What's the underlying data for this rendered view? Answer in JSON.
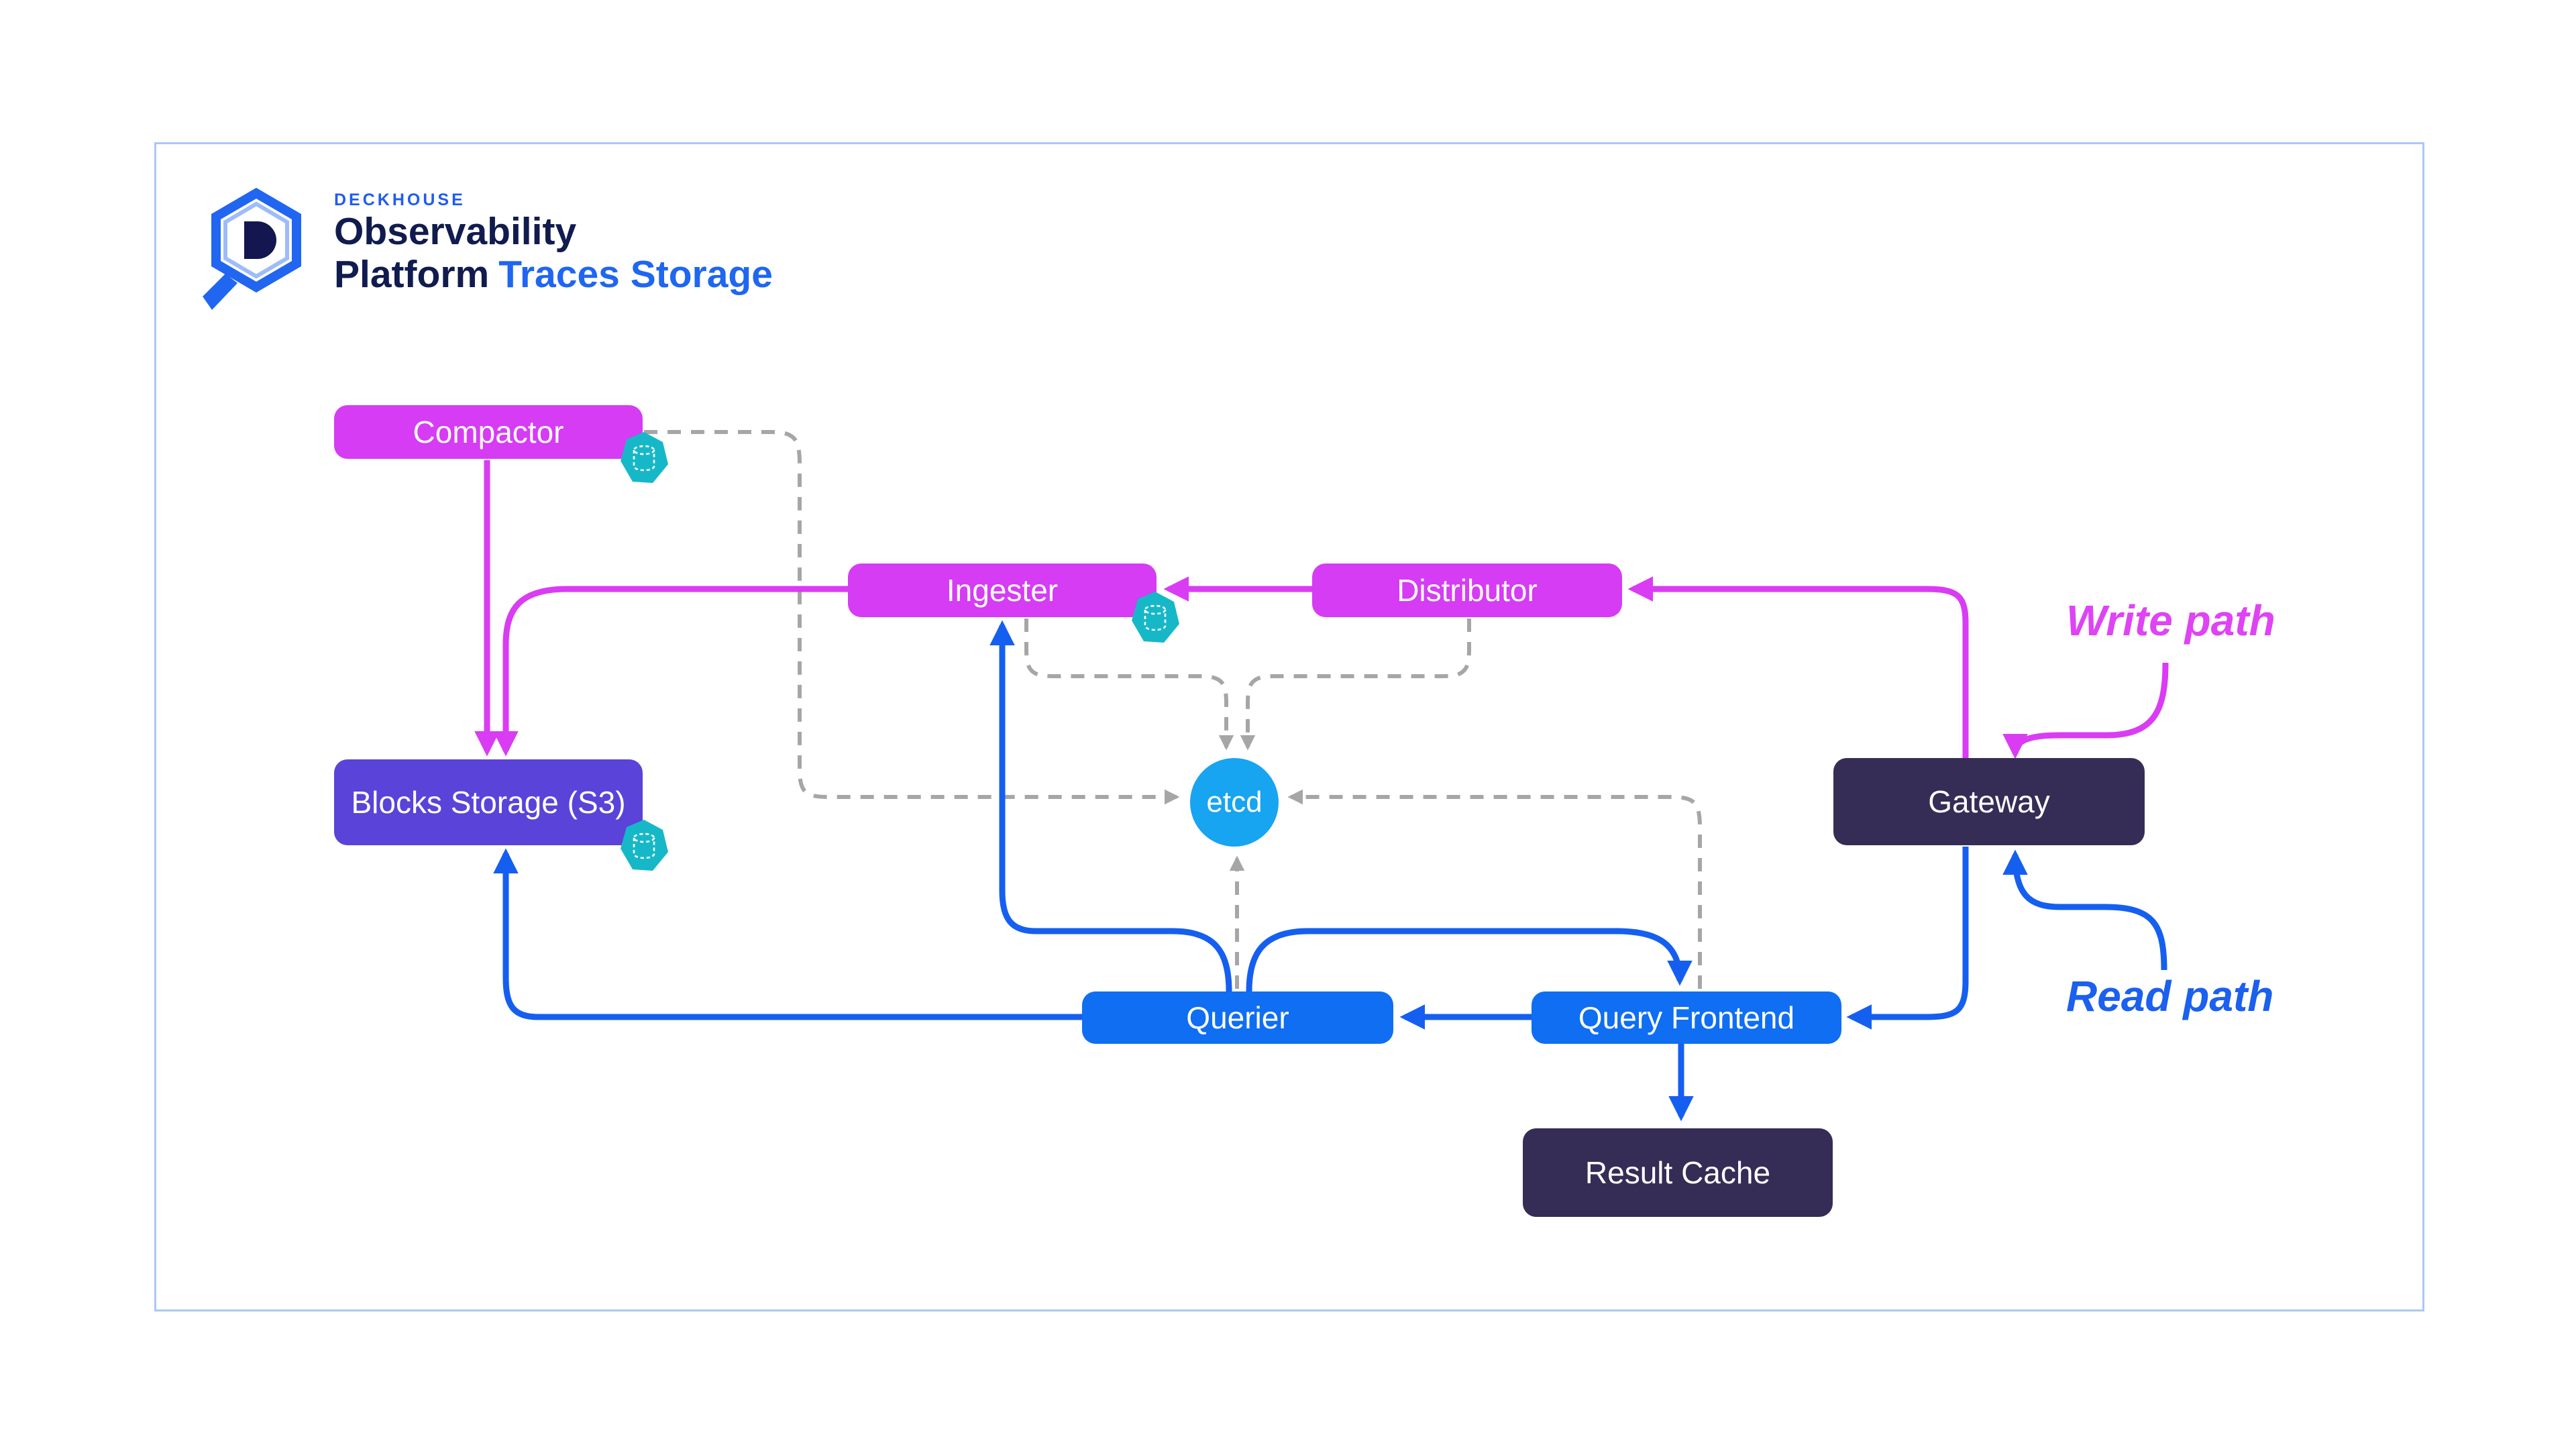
{
  "brand": {
    "eyebrow": "DECKHOUSE",
    "name_line1": "Observability",
    "name_line2": "Platform",
    "product": "Traces Storage"
  },
  "nodes": {
    "compactor": {
      "label": "Compactor",
      "fill": "#d53cf3"
    },
    "ingester": {
      "label": "Ingester",
      "fill": "#d53cf3"
    },
    "distributor": {
      "label": "Distributor",
      "fill": "#d53cf3"
    },
    "blocks_storage": {
      "label": "Blocks Storage (S3)",
      "fill": "#5a43d9"
    },
    "etcd": {
      "label": "etcd",
      "fill": "#17a4f0"
    },
    "gateway": {
      "label": "Gateway",
      "fill": "#352d56"
    },
    "querier": {
      "label": "Querier",
      "fill": "#0f6ef2"
    },
    "query_frontend": {
      "label": "Query Frontend",
      "fill": "#0f6ef2"
    },
    "result_cache": {
      "label": "Result Cache",
      "fill": "#352d56"
    }
  },
  "annotations": {
    "write_path": {
      "label": "Write path",
      "color": "#de44f4"
    },
    "read_path": {
      "label": "Read path",
      "color": "#1b60ee"
    }
  },
  "icons": {
    "stateful_storage_icon": "teal heptagon with dashed database cylinder",
    "color": "#16b8c8"
  },
  "palette": {
    "write_line": "#d93cf3",
    "read_line": "#155ff0",
    "dashed_connector": "#a6a6a6",
    "frame_border": "#abc8f3",
    "background": "#ffffff"
  }
}
